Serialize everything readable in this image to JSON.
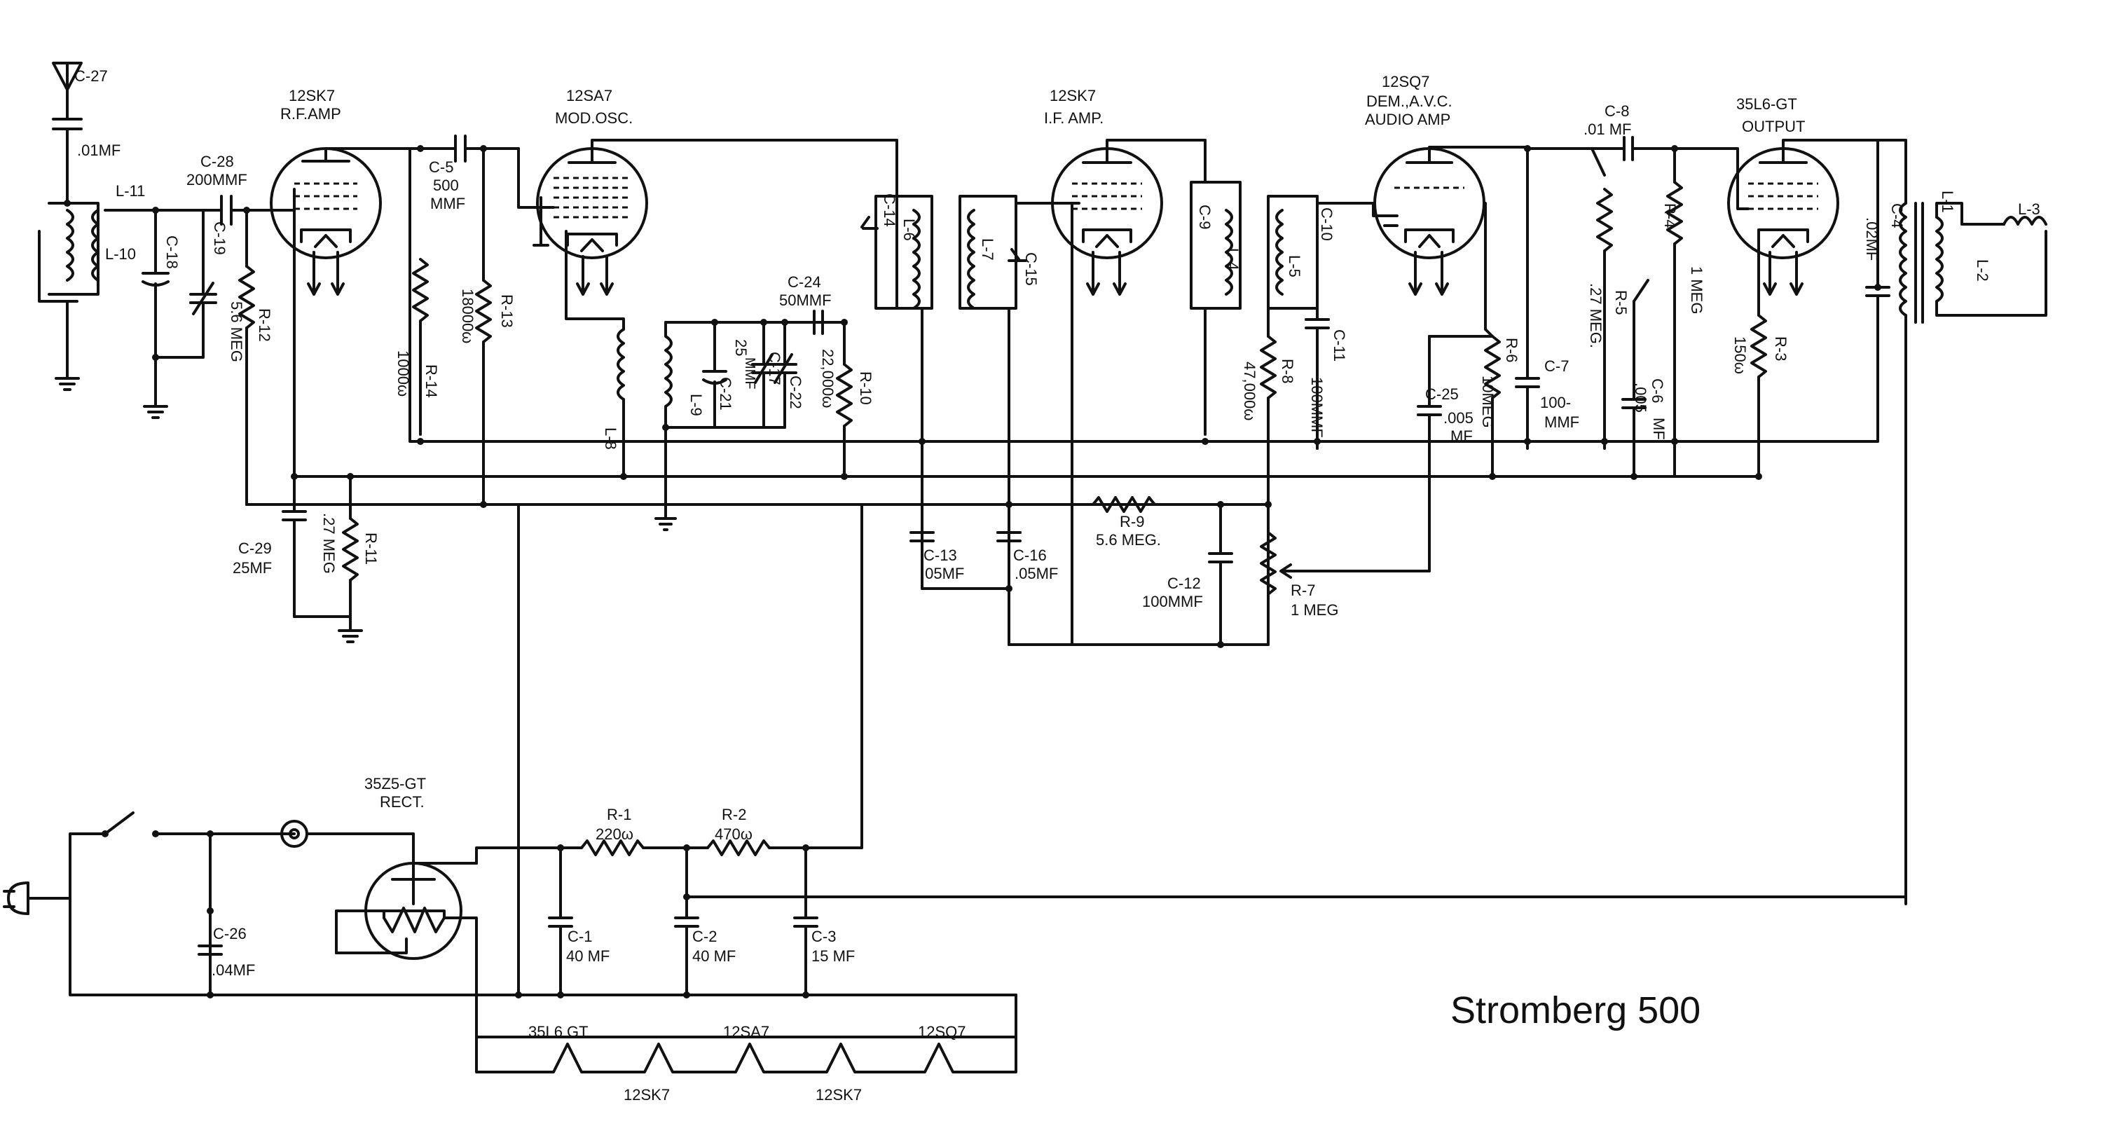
{
  "title": "Stromberg 500",
  "tubes": {
    "rf_amp": {
      "type": "12SK7",
      "function": "R.F.AMP"
    },
    "mod_osc": {
      "type": "12SA7",
      "function": "MOD.OSC."
    },
    "if_amp": {
      "type": "12SK7",
      "function": "I.F. AMP."
    },
    "det": {
      "type": "12SQ7",
      "function_1": "DEM.,A.V.C.",
      "function_2": "AUDIO AMP"
    },
    "output": {
      "type": "35L6-GT",
      "function": "OUTPUT"
    },
    "rect": {
      "type": "35Z5-GT",
      "function": "RECT."
    }
  },
  "caps": {
    "c27": {
      "ref": "C-27",
      "val": ".01MF"
    },
    "c28": {
      "ref": "C-28",
      "val": "200MMF"
    },
    "c18": {
      "ref": "C-18"
    },
    "c19": {
      "ref": "C-19"
    },
    "c5": {
      "ref": "C-5",
      "val1": "500",
      "val2": "MMF"
    },
    "c24": {
      "ref": "C-24",
      "val": "50MMF"
    },
    "c21": {
      "ref": "C-21"
    },
    "c17": {
      "ref": "C-17"
    },
    "c17val": {
      "val1": "25",
      "val2": "MMF"
    },
    "c22": {
      "ref": "C-22"
    },
    "c14": {
      "ref": "C-14"
    },
    "c15": {
      "ref": "C-15"
    },
    "c9": {
      "ref": "C-9"
    },
    "c10": {
      "ref": "C-10"
    },
    "c11": {
      "ref": "C-11",
      "val": "100MMF"
    },
    "c13": {
      "ref": "C-13",
      "val": ".05MF"
    },
    "c16": {
      "ref": "C-16",
      "val": ".05MF"
    },
    "c12": {
      "ref": "C-12",
      "val": "100MMF"
    },
    "c29": {
      "ref": "C-29",
      "val": "25MF"
    },
    "c25": {
      "ref": "C-25",
      "val1": ".005",
      "val2": "MF"
    },
    "c7": {
      "ref": "C-7",
      "val1": "100-",
      "val2": "MMF"
    },
    "c8": {
      "ref": "C-8",
      "val": ".01 MF"
    },
    "c6": {
      "ref": "C-6",
      "val1": ".005",
      "val2": "MF"
    },
    "c4": {
      "ref": "C-4",
      "val": ".02MF"
    },
    "c1": {
      "ref": "C-1",
      "val": "40  MF"
    },
    "c2": {
      "ref": "C-2",
      "val": "40  MF"
    },
    "c3": {
      "ref": "C-3",
      "val": "15  MF"
    },
    "c26": {
      "ref": "C-26",
      "val": ".04MF"
    }
  },
  "resistors": {
    "r12": {
      "ref": "R-12",
      "val": "5.6 MEG"
    },
    "r14": {
      "ref": "R-14",
      "val": "1000ω"
    },
    "r13": {
      "ref": "R-13",
      "val": "18000ω"
    },
    "r10": {
      "ref": "R-10",
      "val": "22,000ω"
    },
    "r11": {
      "ref": "R-11",
      "val": ".27 MEG"
    },
    "r8": {
      "ref": "R-8",
      "val": "47,000ω"
    },
    "r9": {
      "ref": "R-9",
      "val": "5.6 MEG."
    },
    "r7": {
      "ref": "R-7",
      "val": "1 MEG"
    },
    "r6": {
      "ref": "R-6",
      "val": "10MEG"
    },
    "r5": {
      "ref": "R-5",
      "val": ".27 MEG."
    },
    "r4": {
      "ref": "R-4",
      "val": "1 MEG"
    },
    "r3": {
      "ref": "R-3",
      "val": "150ω"
    },
    "r1": {
      "ref": "R-1",
      "val": "220ω"
    },
    "r2": {
      "ref": "R-2",
      "val": "470ω"
    }
  },
  "coils": {
    "l11": "L-11",
    "l10": "L-10",
    "l8": "L-8",
    "l9": "L-9",
    "l6": "L-6",
    "l7": "L-7",
    "l4": "L-4",
    "l5": "L-5",
    "l1": "L-1",
    "l2": "L-2",
    "l3": "L-3"
  },
  "heater_string": {
    "top": [
      "35L6 GT",
      "12SA7",
      "12SQ7"
    ],
    "bottom": [
      "12SK7",
      "12SK7"
    ]
  }
}
